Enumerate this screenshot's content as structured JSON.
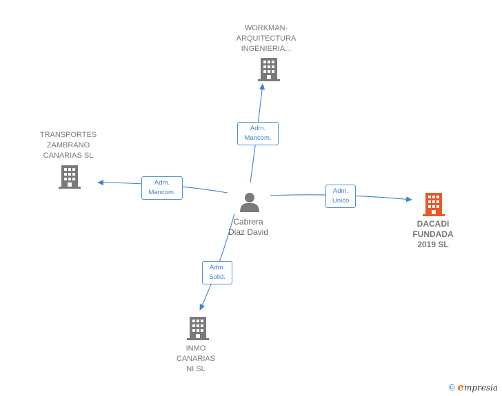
{
  "colors": {
    "edge": "#3f7fd0",
    "building": "#7a7a7a",
    "building_focus": "#e8572a",
    "person": "#7a7a7a"
  },
  "center": {
    "name": "Cabrera\nDiaz David",
    "icon": "person-icon"
  },
  "nodes": [
    {
      "id": "workman",
      "label": "WORKMAN-\nARQUITECTURA\nINGENIERIA...",
      "icon": "building-icon"
    },
    {
      "id": "transportes",
      "label": "TRANSPORTES\nZAMBRANO\nCANARIAS SL",
      "icon": "building-icon"
    },
    {
      "id": "dacadi",
      "label": "DACADI\nFUNDADA\n2019  SL",
      "icon": "building-icon"
    },
    {
      "id": "inmo",
      "label": "INMO\nCANARIAS\nNI  SL",
      "icon": "building-icon"
    }
  ],
  "edges": [
    {
      "to": "workman",
      "label": "Adm.\nMancom."
    },
    {
      "to": "transportes",
      "label": "Adm.\nMancom."
    },
    {
      "to": "dacadi",
      "label": "Adm.\nUnico"
    },
    {
      "to": "inmo",
      "label": "Adm.\nSolid."
    }
  ],
  "footer": {
    "copyright": "©",
    "brand_initial": "e",
    "brand_rest": "mpresia"
  }
}
